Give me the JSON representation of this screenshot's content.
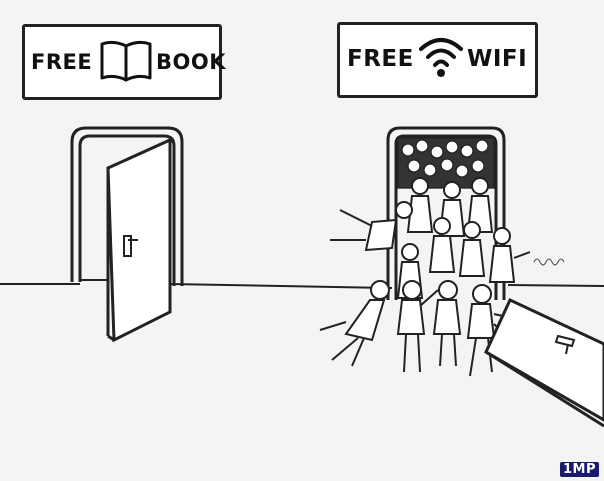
{
  "signs": {
    "left": {
      "word1": "FREE",
      "icon": "book-icon",
      "word2": "BOOK"
    },
    "right": {
      "word1": "FREE",
      "icon": "wifi-icon",
      "word2": "WIFI"
    }
  },
  "watermark": "1MP",
  "colors": {
    "ink": "#222222",
    "background": "#f4f4f2",
    "watermark_bg": "#1a1a6e"
  }
}
